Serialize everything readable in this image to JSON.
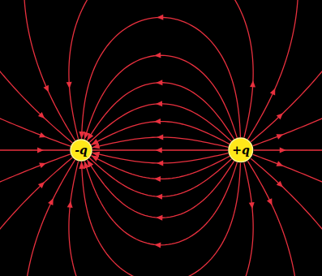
{
  "diagram": {
    "nodes": [
      {
        "text": [
          "-q"
        ]
      },
      {
        "text": [
          "+q"
        ]
      }
    ],
    "edges": [
      {
        "from": 1,
        "to": 0,
        "arrow": "to"
      },
      {
        "from": 1,
        "to": 0,
        "arrow": "to"
      },
      {
        "from": 1,
        "to": 0,
        "arrow": "to"
      },
      {
        "from": 1,
        "to": 0,
        "arrow": "to"
      },
      {
        "from": 1,
        "to": 0,
        "arrow": "to"
      },
      {
        "from": 1,
        "to": 0,
        "arrow": "to"
      },
      {
        "from": 1,
        "to": 0,
        "arrow": "to"
      },
      {
        "from": 1,
        "to": 0,
        "arrow": "to"
      },
      {
        "from": 1,
        "to": 0,
        "arrow": "to"
      },
      {
        "from": 1,
        "to": 0,
        "arrow": "to"
      },
      {
        "from": 1,
        "to": 0,
        "arrow": "to"
      },
      {
        "from": 1,
        "to": 0,
        "arrow": "to"
      },
      {
        "from": 1,
        "to": 0,
        "arrow": "to"
      }
    ]
  }
}
